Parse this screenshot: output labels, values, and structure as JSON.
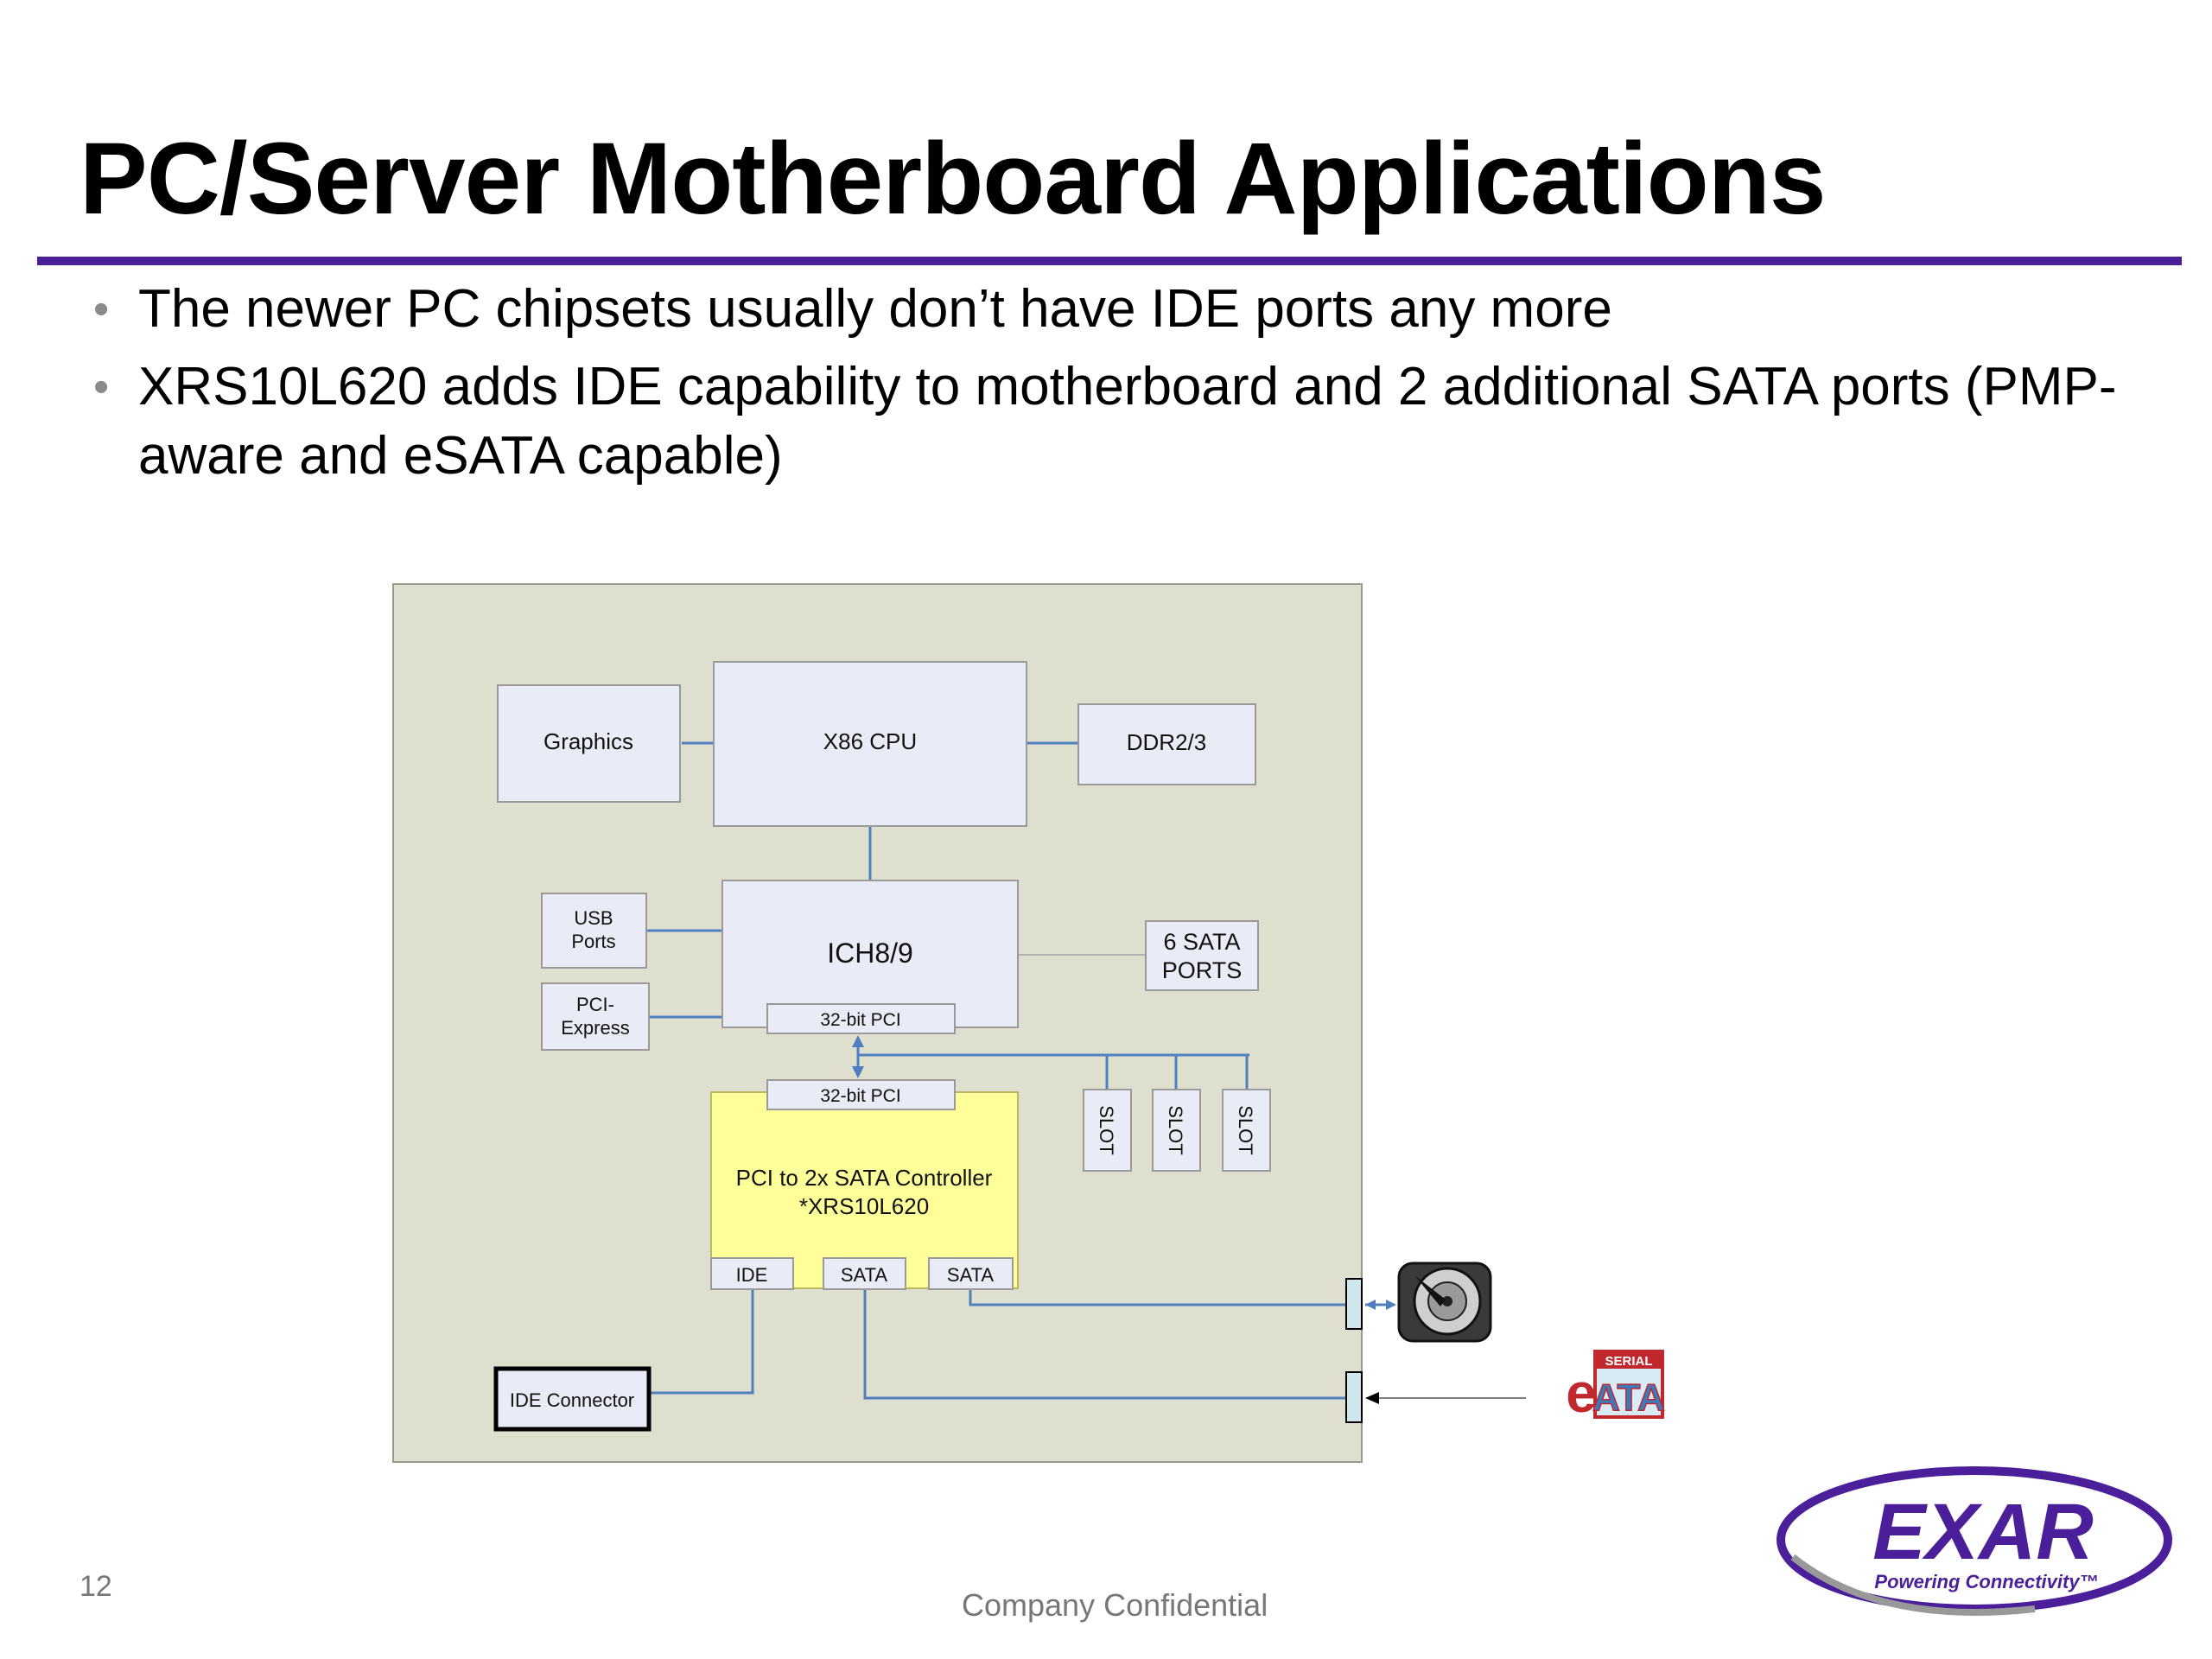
{
  "slide": {
    "title": "PC/Server Motherboard Applications",
    "bullets": [
      "The newer PC chipsets usually don’t have IDE ports any more",
      "XRS10L620 adds IDE capability to motherboard and 2 additional SATA ports (PMP-aware and eSATA capable)"
    ],
    "page_number": "12",
    "footer_text": "Company Confidential"
  },
  "diagram": {
    "graphics": "Graphics",
    "cpu": "X86 CPU",
    "ddr": "DDR2/3",
    "usb_line1": "USB",
    "usb_line2": "Ports",
    "pcie_line1": "PCI-",
    "pcie_line2": "Express",
    "ich": "ICH8/9",
    "sata_ports_line1": "6 SATA",
    "sata_ports_line2": "PORTS",
    "ich_pci_port": "32-bit PCI",
    "ctrl_pci_port": "32-bit PCI",
    "controller_line1": "PCI to 2x SATA Controller",
    "controller_line2": "*XRS10L620",
    "port_ide": "IDE",
    "port_sata_1": "SATA",
    "port_sata_2": "SATA",
    "slots": [
      "SLOT",
      "SLOT",
      "SLOT"
    ],
    "ide_connector": "IDE Connector"
  },
  "esata_logo": {
    "badge": "SERIAL",
    "letters_e": "e",
    "letters_ata": "ATA"
  },
  "logo": {
    "name": "EXAR",
    "tagline": "Powering Connectivity™"
  },
  "icons": [
    "hard-drive-icon",
    "esata-logo"
  ],
  "colors": {
    "title_rule": "#4b1f9a",
    "board_bg": "#dfdfcf",
    "box_fill": "#e9ecf7",
    "controller_fill": "#ffff99",
    "connector_line": "#4f7fbf",
    "logo_purple": "#4b1f9a"
  }
}
